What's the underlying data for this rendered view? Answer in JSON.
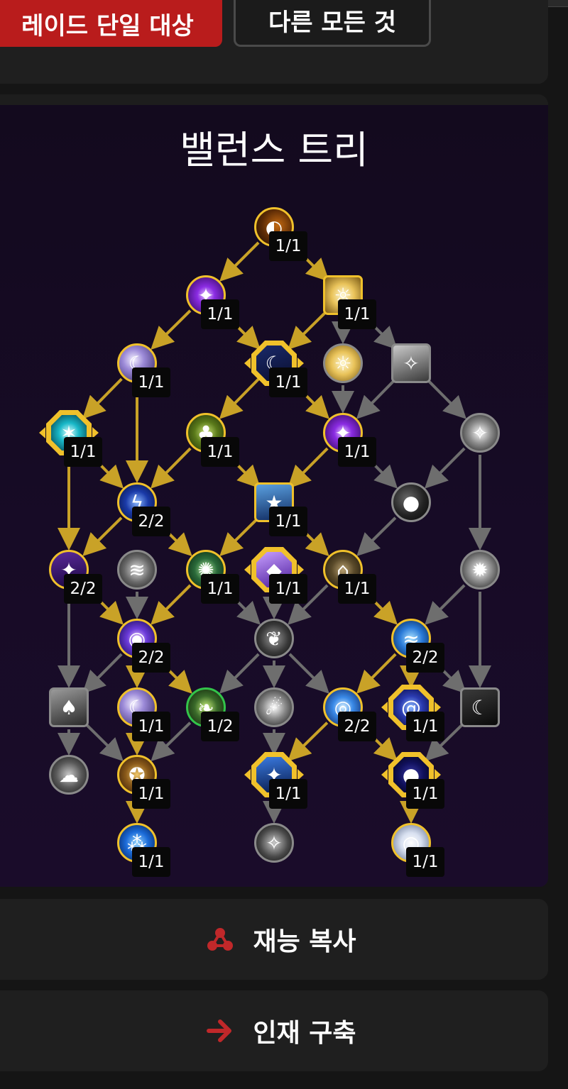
{
  "top_tabs": {
    "primary_label": "레이드 단일 대상",
    "secondary_label": "다른 모든 것"
  },
  "tree": {
    "title": "밸런스 트리",
    "nodes": [
      {
        "id": "n1",
        "icon": "eclipse-icon",
        "shape": "circle",
        "state": "active",
        "rank": "1/1"
      },
      {
        "id": "n2",
        "icon": "arcane-burst-icon",
        "shape": "circle",
        "state": "active",
        "rank": "1/1"
      },
      {
        "id": "n3",
        "icon": "sun-rune-icon",
        "shape": "square",
        "state": "active",
        "rank": "1/1"
      },
      {
        "id": "n4",
        "icon": "moon-storm-icon",
        "shape": "circle",
        "state": "active",
        "rank": "1/1"
      },
      {
        "id": "n5",
        "icon": "crescent-night-icon",
        "shape": "octagon",
        "state": "active",
        "rank": "1/1"
      },
      {
        "id": "n6",
        "icon": "sun-rune-icon",
        "shape": "circle",
        "state": "inactive"
      },
      {
        "id": "n7",
        "icon": "starfall-icon",
        "shape": "square",
        "state": "inactive"
      },
      {
        "id": "n8",
        "icon": "cyan-star-icon",
        "shape": "octagon",
        "state": "active",
        "rank": "1/1"
      },
      {
        "id": "n9",
        "icon": "treant-icon",
        "shape": "circle",
        "state": "active",
        "rank": "1/1"
      },
      {
        "id": "n10",
        "icon": "arcane-burst-icon",
        "shape": "circle",
        "state": "active",
        "rank": "1/1"
      },
      {
        "id": "n11",
        "icon": "shooting-star-icon",
        "shape": "circle",
        "state": "inactive"
      },
      {
        "id": "n12",
        "icon": "lightning-icon",
        "shape": "circle",
        "state": "active",
        "rank": "2/2"
      },
      {
        "id": "n13",
        "icon": "night-sky-icon",
        "shape": "square",
        "state": "active",
        "rank": "1/1"
      },
      {
        "id": "n14",
        "icon": "dark-moon-icon",
        "shape": "circle",
        "state": "inactive"
      },
      {
        "id": "n15",
        "icon": "purple-sky-icon",
        "shape": "circle",
        "state": "active",
        "rank": "2/2"
      },
      {
        "id": "n16",
        "icon": "wind-slash-icon",
        "shape": "circle",
        "state": "inactive"
      },
      {
        "id": "n17",
        "icon": "glowing-tree-icon",
        "shape": "circle",
        "state": "active",
        "rank": "1/1"
      },
      {
        "id": "n18",
        "icon": "crystal-icon",
        "shape": "octagon",
        "state": "active",
        "rank": "1/1"
      },
      {
        "id": "n19",
        "icon": "tree-trunk-icon",
        "shape": "circle",
        "state": "active",
        "rank": "1/1"
      },
      {
        "id": "n20",
        "icon": "explosion-icon",
        "shape": "circle",
        "state": "inactive"
      },
      {
        "id": "n21",
        "icon": "arcane-orb-icon",
        "shape": "circle",
        "state": "active",
        "rank": "2/2"
      },
      {
        "id": "n22",
        "icon": "roots-icon",
        "shape": "circle",
        "state": "inactive"
      },
      {
        "id": "n23",
        "icon": "blue-wave-icon",
        "shape": "circle",
        "state": "active",
        "rank": "2/2"
      },
      {
        "id": "n24",
        "icon": "mushroom-icon",
        "shape": "square",
        "state": "inactive"
      },
      {
        "id": "n25",
        "icon": "moon-storm-icon",
        "shape": "circle",
        "state": "active",
        "rank": "1/1"
      },
      {
        "id": "n26",
        "icon": "nature-spirit-icon",
        "shape": "circle",
        "state": "partial",
        "rank": "1/2"
      },
      {
        "id": "n27",
        "icon": "comet-icon",
        "shape": "circle",
        "state": "inactive"
      },
      {
        "id": "n28",
        "icon": "blue-swirl-icon",
        "shape": "circle",
        "state": "active",
        "rank": "2/2"
      },
      {
        "id": "n29",
        "icon": "vortex-icon",
        "shape": "octagon",
        "state": "active",
        "rank": "1/1"
      },
      {
        "id": "n30",
        "icon": "crescent-moon-icon",
        "shape": "square",
        "state": "inactive"
      },
      {
        "id": "n31",
        "icon": "dark-cloud-icon",
        "shape": "circle",
        "state": "inactive"
      },
      {
        "id": "n32",
        "icon": "owl-icon",
        "shape": "circle",
        "state": "active",
        "rank": "1/1"
      },
      {
        "id": "n33",
        "icon": "night-forest-icon",
        "shape": "octagon",
        "state": "active",
        "rank": "1/1"
      },
      {
        "id": "n34",
        "icon": "dark-portal-icon",
        "shape": "octagon",
        "state": "active",
        "rank": "1/1"
      },
      {
        "id": "n35",
        "icon": "blue-cells-icon",
        "shape": "circle",
        "state": "active",
        "rank": "1/1"
      },
      {
        "id": "n36",
        "icon": "feral-icon",
        "shape": "circle",
        "state": "inactive"
      },
      {
        "id": "n37",
        "icon": "full-moon-icon",
        "shape": "circle",
        "state": "active",
        "rank": "1/1"
      }
    ]
  },
  "actions": {
    "copy_label": "재능 복사",
    "copy_icon": "share-nodes-icon",
    "build_label": "인재 구축",
    "build_icon": "arrow-right-icon"
  },
  "colors": {
    "accent_red": "#b91c1c",
    "active_gold": "#f0c12b",
    "inactive_gray": "#8a8a8a",
    "partial_green": "#33c44a"
  }
}
